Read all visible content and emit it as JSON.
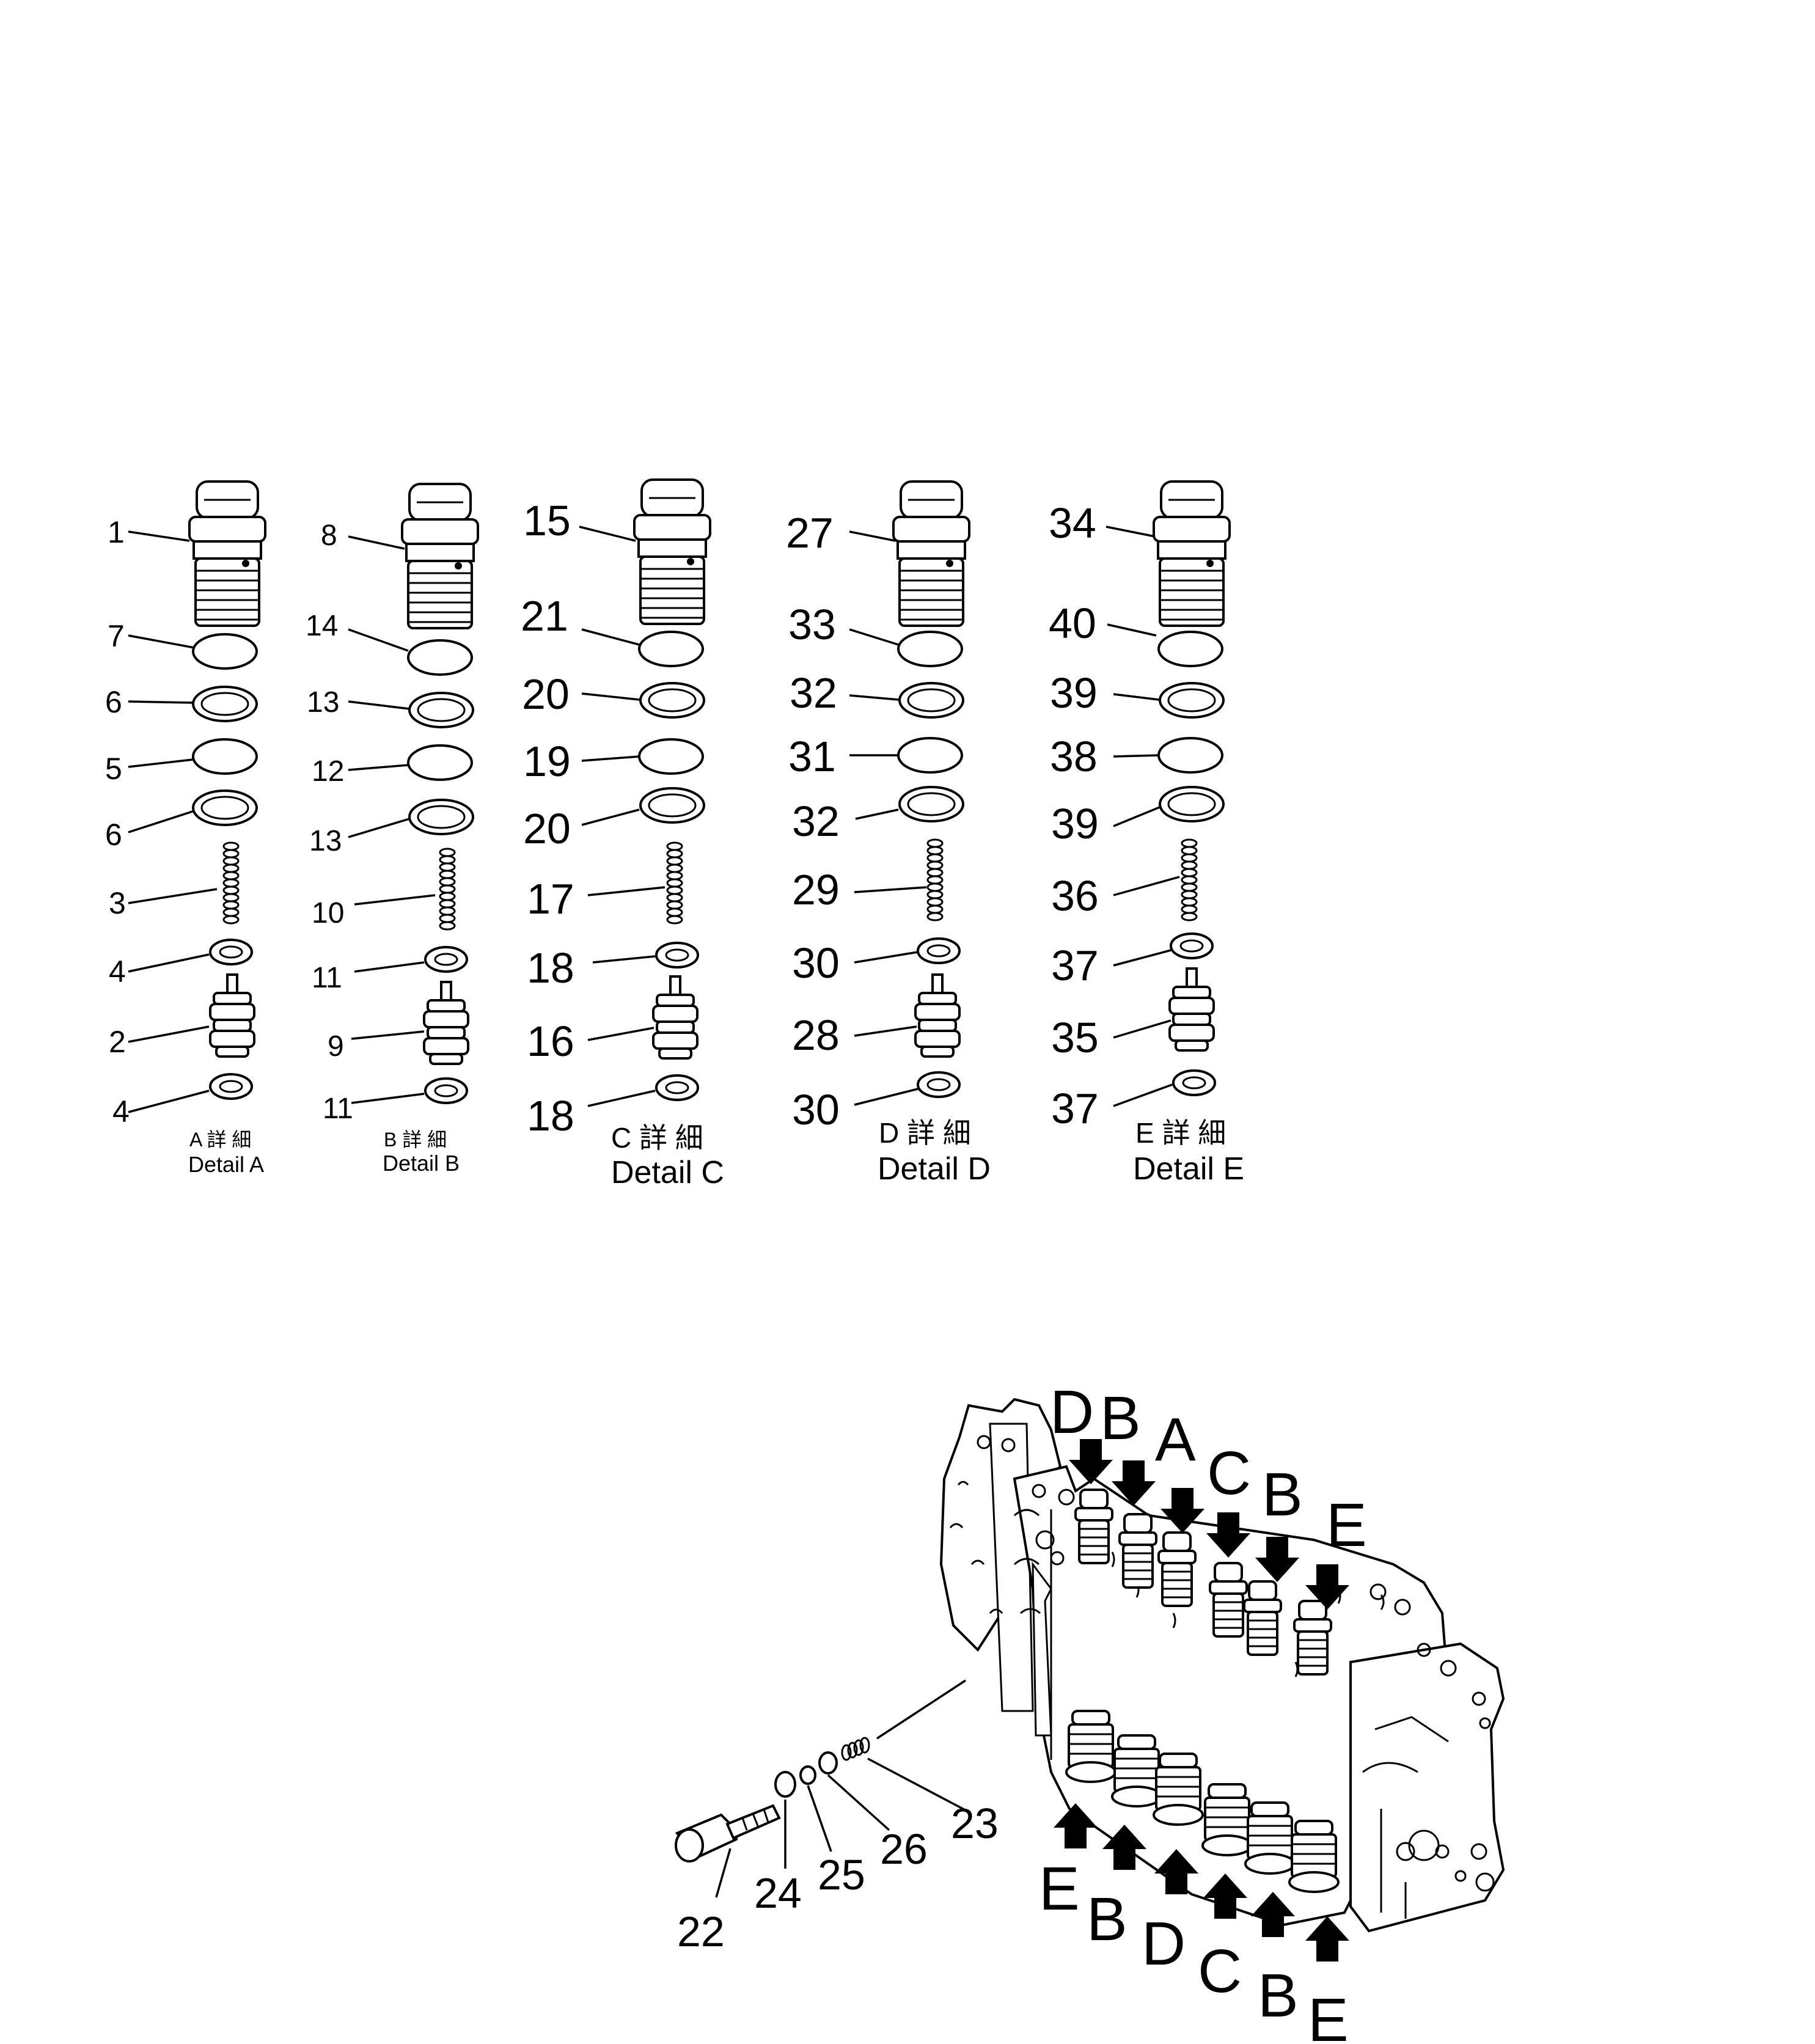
{
  "details": [
    {
      "caption_jp": "A 詳 細",
      "caption_en": "Detail A",
      "callouts": [
        "1",
        "7",
        "6",
        "5",
        "6",
        "3",
        "4",
        "2",
        "4"
      ]
    },
    {
      "caption_jp": "B 詳 細",
      "caption_en": "Detail B",
      "callouts": [
        "8",
        "14",
        "13",
        "12",
        "13",
        "10",
        "11",
        "9",
        "11"
      ]
    },
    {
      "caption_jp": "C 詳 細",
      "caption_en": "Detail C",
      "callouts": [
        "15",
        "21",
        "20",
        "19",
        "20",
        "17",
        "18",
        "16",
        "18"
      ]
    },
    {
      "caption_jp": "D 詳 細",
      "caption_en": "Detail D",
      "callouts": [
        "27",
        "33",
        "32",
        "31",
        "32",
        "29",
        "30",
        "28",
        "30"
      ]
    },
    {
      "caption_jp": "E 詳 細",
      "caption_en": "Detail E",
      "callouts": [
        "34",
        "40",
        "39",
        "38",
        "39",
        "36",
        "37",
        "35",
        "37"
      ]
    }
  ],
  "assembly": {
    "top_markers": [
      "D",
      "B",
      "A",
      "C",
      "B",
      "E"
    ],
    "bottom_markers": [
      "E",
      "B",
      "D",
      "C",
      "B",
      "E"
    ],
    "spool_callouts": [
      "22",
      "24",
      "25",
      "26",
      "23"
    ]
  }
}
